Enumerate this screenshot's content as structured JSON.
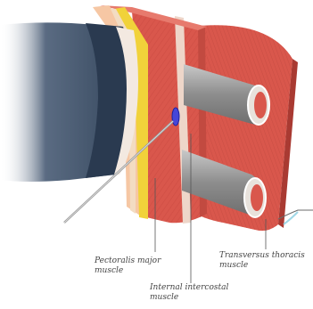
{
  "labels": {
    "pectoralis": {
      "line1": "Pectoralis major",
      "line2": "muscle"
    },
    "internal_intercostal": {
      "line1": "Internal intercostal",
      "line2": "muscle"
    },
    "transversus": {
      "line1": "Transversus thoracis",
      "line2": "muscle"
    }
  },
  "colors": {
    "probe_body": "#3c4e66",
    "probe_face": "#243347",
    "skin": "#f6c7a4",
    "fat": "#f1d23a",
    "muscle": "#d9574c",
    "muscle_dark": "#b83f36",
    "fascia": "#eed6c9",
    "rib": "#9b9b9b",
    "target": "#4646d8",
    "pleura": "#9fd7e6"
  }
}
